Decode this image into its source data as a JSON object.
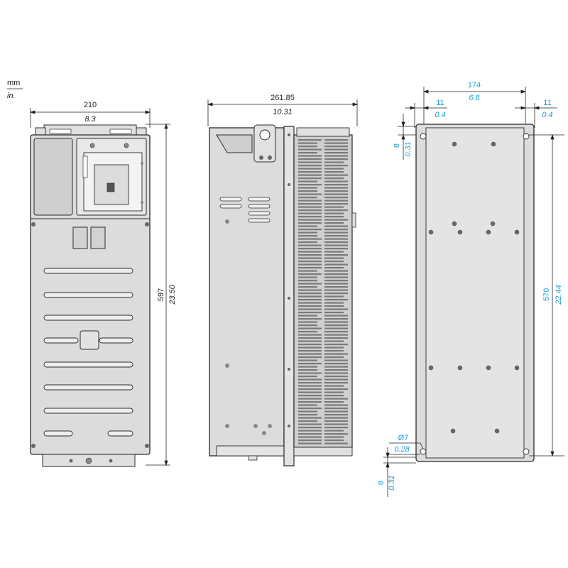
{
  "units": {
    "metric": "mm",
    "imperial": "in."
  },
  "colors": {
    "line": "#2b2b2b",
    "body_fill": "#dcdcdc",
    "body_fill_light": "#e6e6e6",
    "vent_fill": "#c8c8c8",
    "dim_black": "#222222",
    "dim_blue": "#1a9fd6"
  },
  "front_view": {
    "width_mm": "210",
    "width_in": "8.3",
    "height_mm": "597",
    "height_in": "23.50"
  },
  "side_view": {
    "depth_mm": "261.85",
    "depth_in": "10.31"
  },
  "rear_view": {
    "hole_spacing_mm": "174",
    "hole_spacing_in": "6.8",
    "left_offset_mm": "11",
    "left_offset_in": "0.4",
    "right_offset_mm": "11",
    "right_offset_in": "0.4",
    "top_offset_mm": "8",
    "top_offset_in": "0.31",
    "vertical_spacing_mm": "570",
    "vertical_spacing_in": "22.44",
    "hole_dia_mm": "Ø7",
    "hole_dia_in": "0.28",
    "bottom_offset_mm": "8",
    "bottom_offset_in": "0.31"
  }
}
